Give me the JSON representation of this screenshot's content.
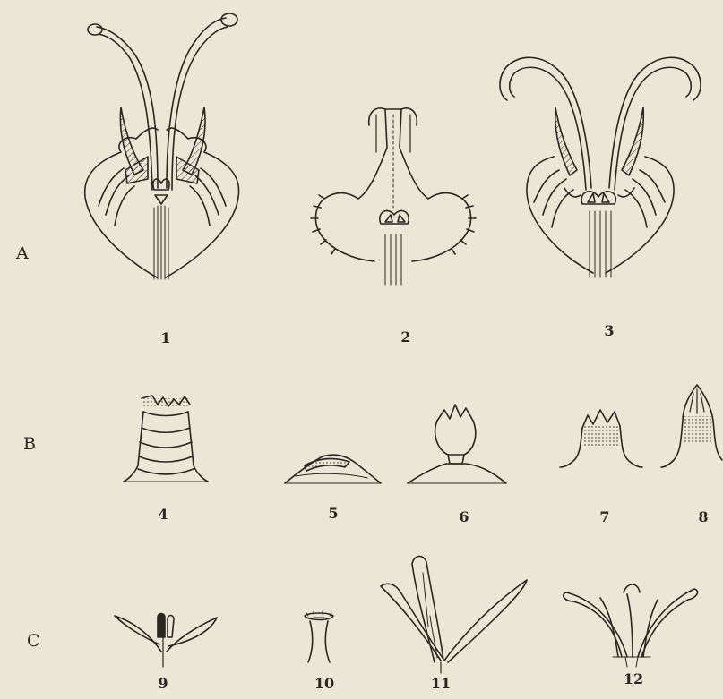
{
  "plate": {
    "background": "#ece6d7",
    "ink": "#2b2620",
    "rows": [
      {
        "label": "A",
        "figures": [
          "1",
          "2",
          "3"
        ]
      },
      {
        "label": "B",
        "figures": [
          "4",
          "5",
          "6",
          "7",
          "8"
        ]
      },
      {
        "label": "C",
        "figures": [
          "9",
          "10",
          "11",
          "12"
        ]
      }
    ]
  }
}
